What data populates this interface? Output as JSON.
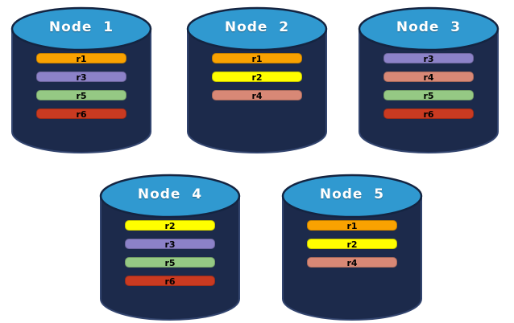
{
  "diagram": {
    "description_labels": [],
    "node_count": 5
  },
  "colors": {
    "background": "#ffffff",
    "cylinder_body": "#1c2a4b",
    "cylinder_edge": "#32446e",
    "cylinder_top": "#3099d0",
    "cylinder_top_edge": "#142441",
    "node_label_text": "#ffffff",
    "bar_text": "#000000"
  },
  "replica_colors": {
    "r1": "#f9a201",
    "r2": "#ffff00",
    "r3": "#8c82c8",
    "r4": "#d88876",
    "r5": "#95c984",
    "r6": "#c93a21"
  },
  "nodes": [
    {
      "label": "Node  1",
      "replicas": [
        "r1",
        "r3",
        "r5",
        "r6"
      ]
    },
    {
      "label": "Node  2",
      "replicas": [
        "r1",
        "r2",
        "r4"
      ]
    },
    {
      "label": "Node  3",
      "replicas": [
        "r3",
        "r4",
        "r5",
        "r6"
      ]
    },
    {
      "label": "Node  4",
      "replicas": [
        "r2",
        "r3",
        "r5",
        "r6"
      ]
    },
    {
      "label": "Node  5",
      "replicas": [
        "r1",
        "r2",
        "r4"
      ]
    }
  ]
}
